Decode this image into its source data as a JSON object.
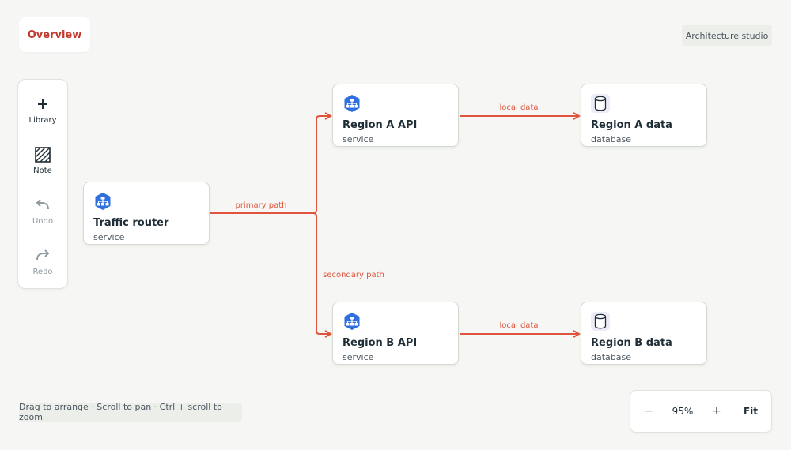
{
  "header": {
    "overview_label": "Overview",
    "studio_label": "Architecture studio"
  },
  "toolbar": {
    "library_label": "Library",
    "note_label": "Note",
    "undo_label": "Undo",
    "redo_label": "Redo"
  },
  "nodes": {
    "traffic_router": {
      "title": "Traffic router",
      "subtitle": "service",
      "icon": "service-icon"
    },
    "region_a_api": {
      "title": "Region A API",
      "subtitle": "service",
      "icon": "service-icon"
    },
    "region_a_data": {
      "title": "Region A data",
      "subtitle": "database",
      "icon": "database-icon"
    },
    "region_b_api": {
      "title": "Region B API",
      "subtitle": "service",
      "icon": "service-icon"
    },
    "region_b_data": {
      "title": "Region B data",
      "subtitle": "database",
      "icon": "database-icon"
    }
  },
  "edges": {
    "primary_label": "primary path",
    "secondary_label": "secondary path",
    "local_a_label": "local data",
    "local_b_label": "local data"
  },
  "footer": {
    "hint": "Drag to arrange · Scroll to pan · Ctrl + scroll to zoom",
    "zoom_out_label": "−",
    "zoom_value": "95%",
    "zoom_in_label": "+",
    "fit_label": "Fit"
  },
  "colors": {
    "accent": "#e0533d",
    "service_icon": "#2f6fde",
    "database_icon_bg": "#ecebf6"
  }
}
